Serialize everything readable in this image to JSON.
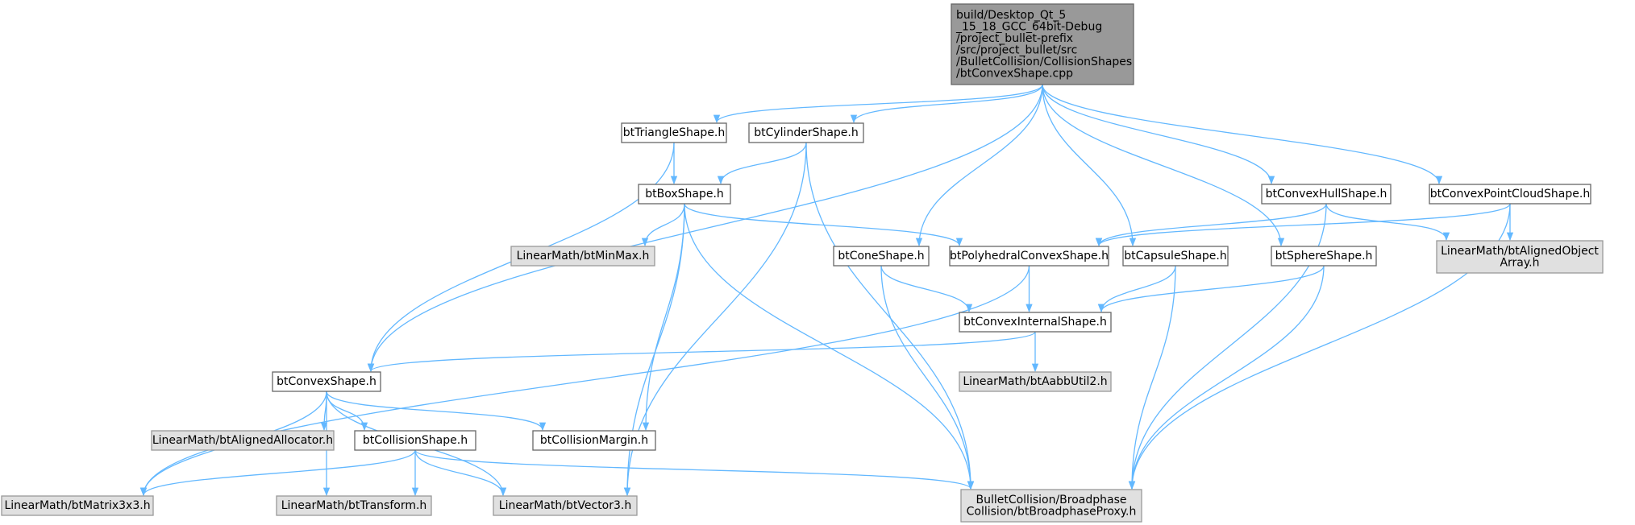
{
  "colors": {
    "edge": "#63b8ff",
    "root_fill": "#999999",
    "root_stroke": "#666666",
    "file_fill": "#ffffff",
    "file_stroke": "#666666",
    "external_fill": "#e0e0e0",
    "external_stroke": "#999999"
  },
  "nodes": [
    {
      "id": "root",
      "lines": [
        "build/Desktop_Qt_5",
        "_15_18_GCC_64bit-Debug",
        "/project_bullet-prefix",
        "/src/project_bullet/src",
        "/BulletCollision/CollisionShapes",
        "/btConvexShape.cpp"
      ],
      "kind": "root"
    },
    {
      "id": "triangle",
      "lines": [
        "btTriangleShape.h"
      ],
      "kind": "file"
    },
    {
      "id": "cylinder",
      "lines": [
        "btCylinderShape.h"
      ],
      "kind": "file"
    },
    {
      "id": "box",
      "lines": [
        "btBoxShape.h"
      ],
      "kind": "file"
    },
    {
      "id": "minmax",
      "lines": [
        "LinearMath/btMinMax.h"
      ],
      "kind": "external"
    },
    {
      "id": "cone",
      "lines": [
        "btConeShape.h"
      ],
      "kind": "file"
    },
    {
      "id": "polyhedral",
      "lines": [
        "btPolyhedralConvexShape.h"
      ],
      "kind": "file"
    },
    {
      "id": "capsule",
      "lines": [
        "btCapsuleShape.h"
      ],
      "kind": "file"
    },
    {
      "id": "sphere",
      "lines": [
        "btSphereShape.h"
      ],
      "kind": "file"
    },
    {
      "id": "convexhull",
      "lines": [
        "btConvexHullShape.h"
      ],
      "kind": "file"
    },
    {
      "id": "pointcloud",
      "lines": [
        "btConvexPointCloudShape.h"
      ],
      "kind": "file"
    },
    {
      "id": "alignedarray",
      "lines": [
        "LinearMath/btAlignedObject",
        "Array.h"
      ],
      "kind": "external"
    },
    {
      "id": "internal",
      "lines": [
        "btConvexInternalShape.h"
      ],
      "kind": "file"
    },
    {
      "id": "aabb",
      "lines": [
        "LinearMath/btAabbUtil2.h"
      ],
      "kind": "external"
    },
    {
      "id": "convex",
      "lines": [
        "btConvexShape.h"
      ],
      "kind": "file"
    },
    {
      "id": "allocator",
      "lines": [
        "LinearMath/btAlignedAllocator.h"
      ],
      "kind": "external"
    },
    {
      "id": "collision",
      "lines": [
        "btCollisionShape.h"
      ],
      "kind": "file"
    },
    {
      "id": "margin",
      "lines": [
        "btCollisionMargin.h"
      ],
      "kind": "file"
    },
    {
      "id": "matrix",
      "lines": [
        "LinearMath/btMatrix3x3.h"
      ],
      "kind": "external"
    },
    {
      "id": "transform",
      "lines": [
        "LinearMath/btTransform.h"
      ],
      "kind": "external"
    },
    {
      "id": "vector",
      "lines": [
        "LinearMath/btVector3.h"
      ],
      "kind": "external"
    },
    {
      "id": "broadphase",
      "lines": [
        "BulletCollision/Broadphase",
        "Collision/btBroadphaseProxy.h"
      ],
      "kind": "external"
    }
  ],
  "edges": [
    [
      "root",
      "convex"
    ],
    [
      "root",
      "triangle"
    ],
    [
      "root",
      "cylinder"
    ],
    [
      "root",
      "cone"
    ],
    [
      "root",
      "capsule"
    ],
    [
      "root",
      "sphere"
    ],
    [
      "root",
      "convexhull"
    ],
    [
      "root",
      "pointcloud"
    ],
    [
      "triangle",
      "box"
    ],
    [
      "triangle",
      "convex"
    ],
    [
      "cylinder",
      "box"
    ],
    [
      "cylinder",
      "broadphase"
    ],
    [
      "cylinder",
      "vector"
    ],
    [
      "box",
      "minmax"
    ],
    [
      "box",
      "polyhedral"
    ],
    [
      "box",
      "margin"
    ],
    [
      "box",
      "vector"
    ],
    [
      "box",
      "broadphase"
    ],
    [
      "cone",
      "internal"
    ],
    [
      "cone",
      "broadphase"
    ],
    [
      "polyhedral",
      "internal"
    ],
    [
      "polyhedral",
      "matrix"
    ],
    [
      "capsule",
      "internal"
    ],
    [
      "capsule",
      "broadphase"
    ],
    [
      "sphere",
      "internal"
    ],
    [
      "sphere",
      "broadphase"
    ],
    [
      "convexhull",
      "polyhedral"
    ],
    [
      "convexhull",
      "alignedarray"
    ],
    [
      "convexhull",
      "broadphase"
    ],
    [
      "pointcloud",
      "polyhedral"
    ],
    [
      "pointcloud",
      "alignedarray"
    ],
    [
      "pointcloud",
      "broadphase"
    ],
    [
      "internal",
      "convex"
    ],
    [
      "internal",
      "aabb"
    ],
    [
      "convex",
      "allocator"
    ],
    [
      "convex",
      "collision"
    ],
    [
      "convex",
      "margin"
    ],
    [
      "convex",
      "matrix"
    ],
    [
      "convex",
      "transform"
    ],
    [
      "convex",
      "vector"
    ],
    [
      "collision",
      "matrix"
    ],
    [
      "collision",
      "transform"
    ],
    [
      "collision",
      "vector"
    ],
    [
      "collision",
      "broadphase"
    ]
  ]
}
